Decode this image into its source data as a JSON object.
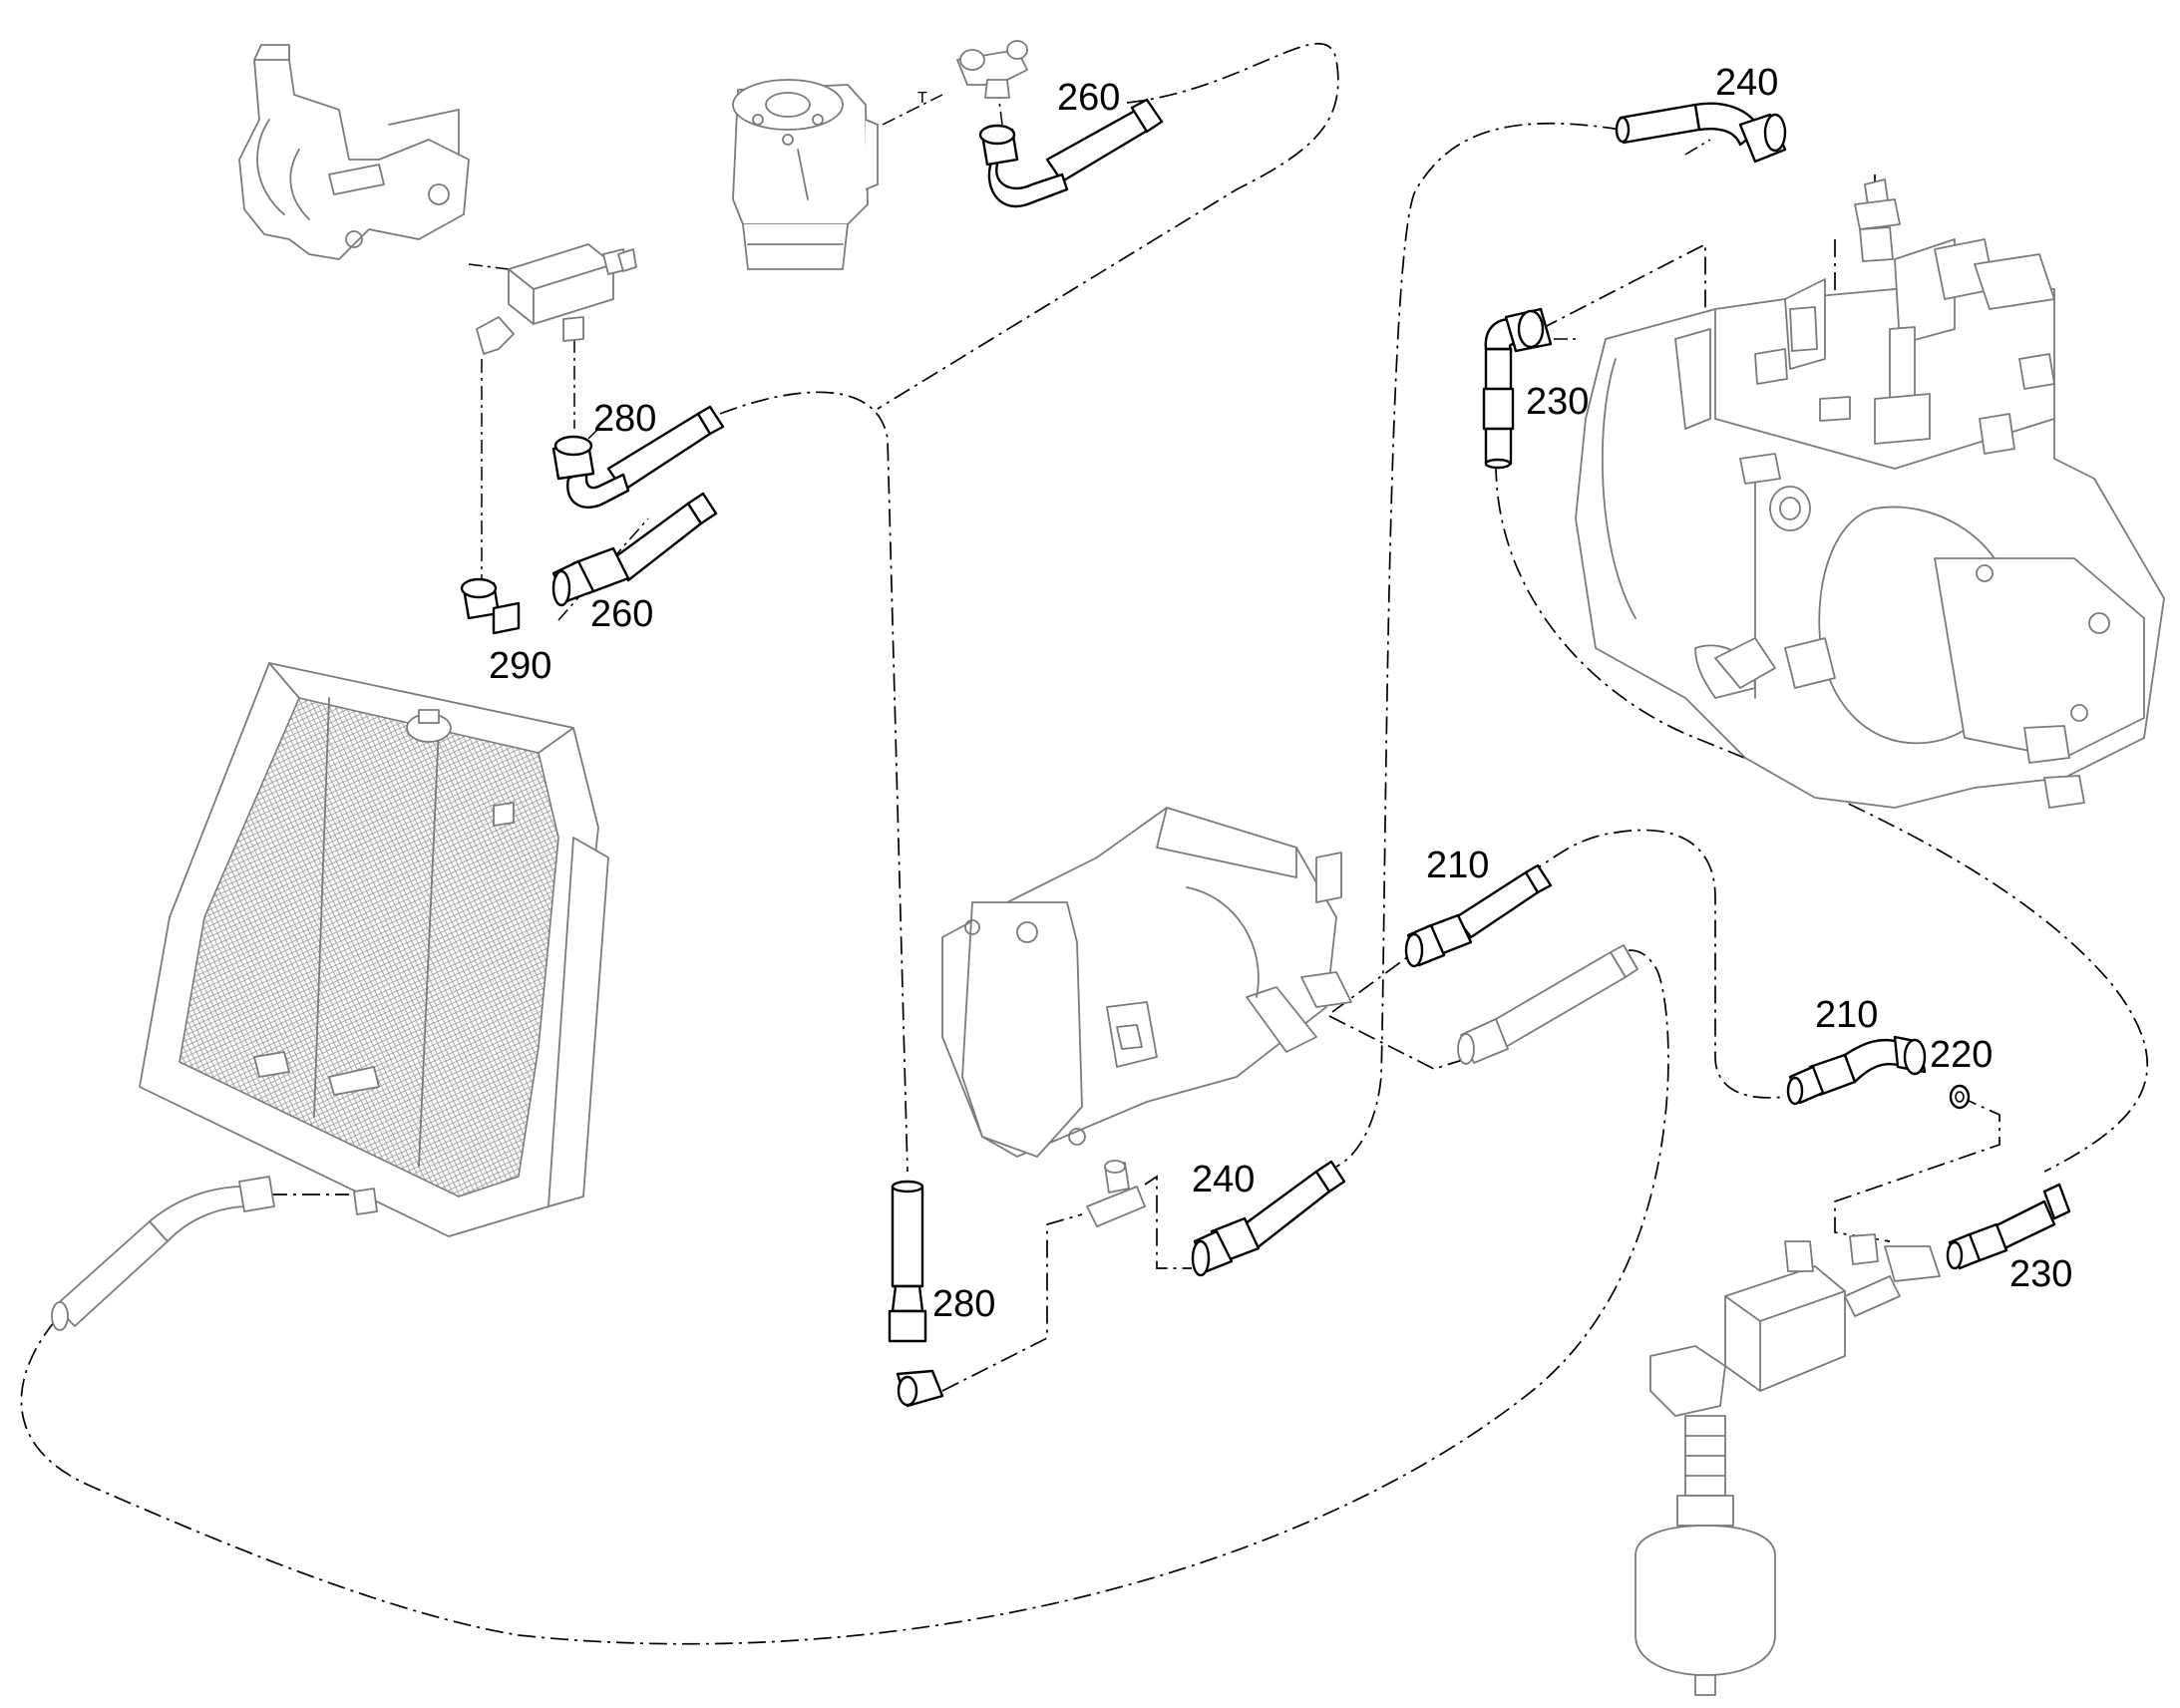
{
  "callouts": [
    {
      "id": "c1",
      "text": "260"
    },
    {
      "id": "c2",
      "text": "240"
    },
    {
      "id": "c3",
      "text": "280"
    },
    {
      "id": "c4",
      "text": "230"
    },
    {
      "id": "c5",
      "text": "260"
    },
    {
      "id": "c6",
      "text": "290"
    },
    {
      "id": "c7",
      "text": "210"
    },
    {
      "id": "c8",
      "text": "210"
    },
    {
      "id": "c9",
      "text": "220"
    },
    {
      "id": "c10",
      "text": "240"
    },
    {
      "id": "c11",
      "text": "280"
    },
    {
      "id": "c12",
      "text": "230"
    }
  ],
  "port_mark": "T",
  "colors": {
    "line": "#000000",
    "part_outline": "#7a7a7a",
    "background": "#ffffff"
  }
}
